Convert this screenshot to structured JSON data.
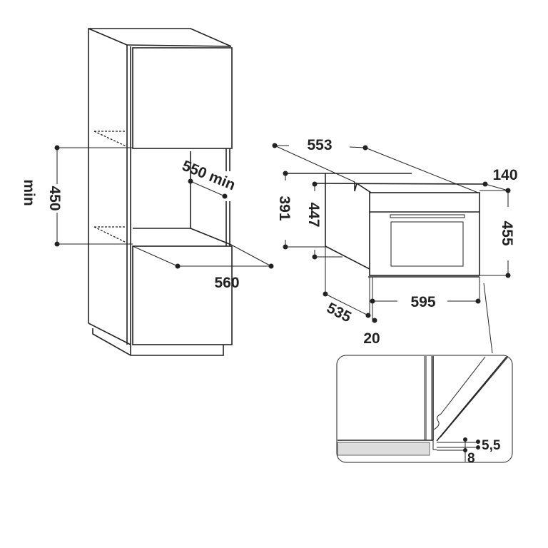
{
  "cabinet": {
    "niche_height": "450",
    "niche_height_qualifier": "min",
    "niche_depth": "550 min",
    "niche_width": "560"
  },
  "oven": {
    "depth_total": "553",
    "top_step": "140",
    "side_height_rear": "391",
    "side_height_front": "447",
    "front_height": "455",
    "front_width": "595",
    "body_depth": "535",
    "front_thickness": "20"
  },
  "detail": {
    "gap_a": "5,5",
    "gap_b": "8"
  }
}
